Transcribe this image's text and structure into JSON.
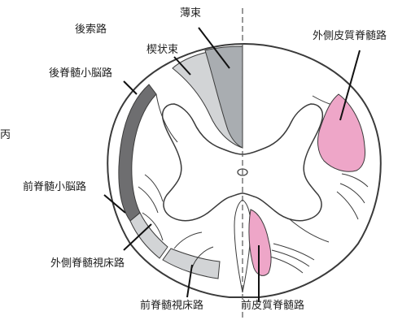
{
  "labels": {
    "fasciculus_gracilis": "薄束",
    "posterior_funiculus": "後索路",
    "fasciculus_cuneatus": "楔状束",
    "posterior_spinocerebellar": "後脊髄小脳路",
    "lateral_corticospinal": "外側皮質脊髄路",
    "anterior_spinocerebellar": "前脊髄小脳路",
    "lateral_spinothalamic": "外側脊髄視床路",
    "anterior_spinothalamic": "前脊髄視床路",
    "anterior_corticospinal": "前皮質脊髄路",
    "edge_fragment": "丙"
  },
  "colors": {
    "outline": "#3a3a3a",
    "light_gray_tract": "#d2d4d6",
    "mid_gray_tract": "#a9adb1",
    "dark_gray_tract": "#6e6e70",
    "pink_tract": "#eea6c8",
    "midline": "#555555",
    "white_matter": "#ffffff"
  }
}
